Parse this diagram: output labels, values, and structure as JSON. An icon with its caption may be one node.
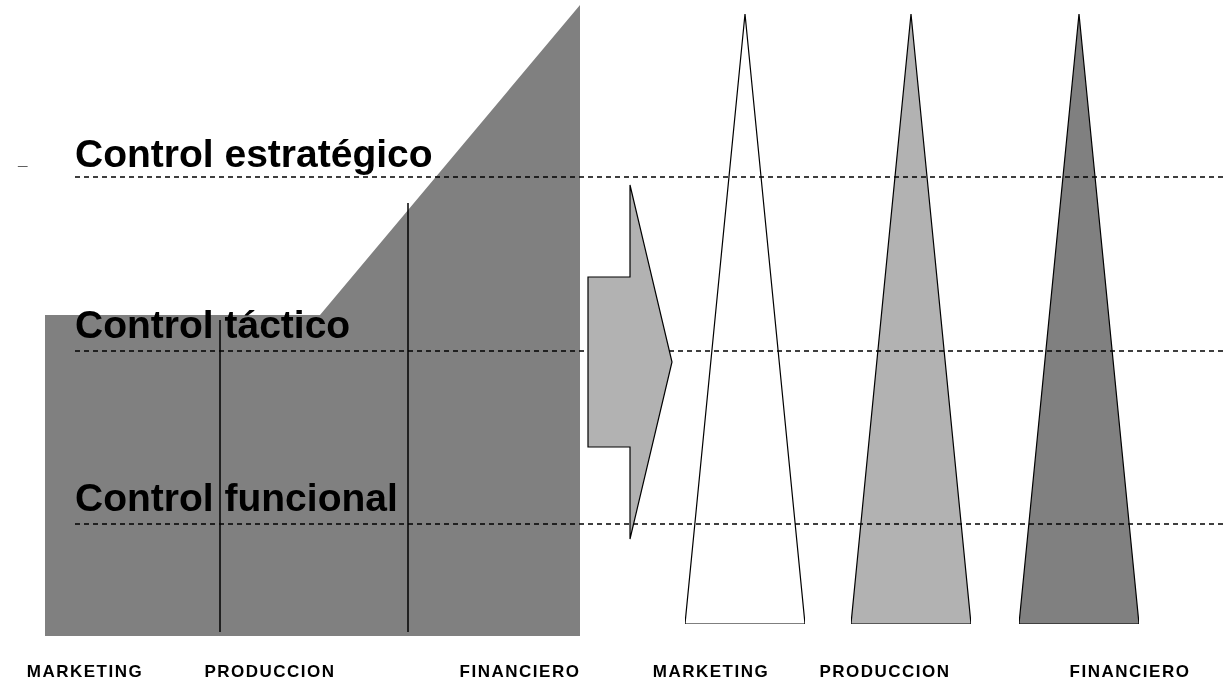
{
  "diagram": {
    "nodes": [
      {
        "text": [],
        "shape": "box",
        "beside": [
          "MARKETING",
          "PRODUCCION",
          "FINANCIERO"
        ]
      },
      {
        "text": [],
        "shape": "triangle",
        "beside": [
          "MARKETING"
        ]
      },
      {
        "text": [],
        "shape": "triangle",
        "beside": [
          "PRODUCCION"
        ]
      },
      {
        "text": [],
        "shape": "triangle",
        "beside": [
          "FINANCIERO"
        ]
      }
    ],
    "edges": [
      {
        "from": 0,
        "to": 1,
        "arrow": "to"
      }
    ],
    "labels": [
      "_",
      "Control estratégico",
      "Control táctico",
      "Control funcional"
    ]
  }
}
